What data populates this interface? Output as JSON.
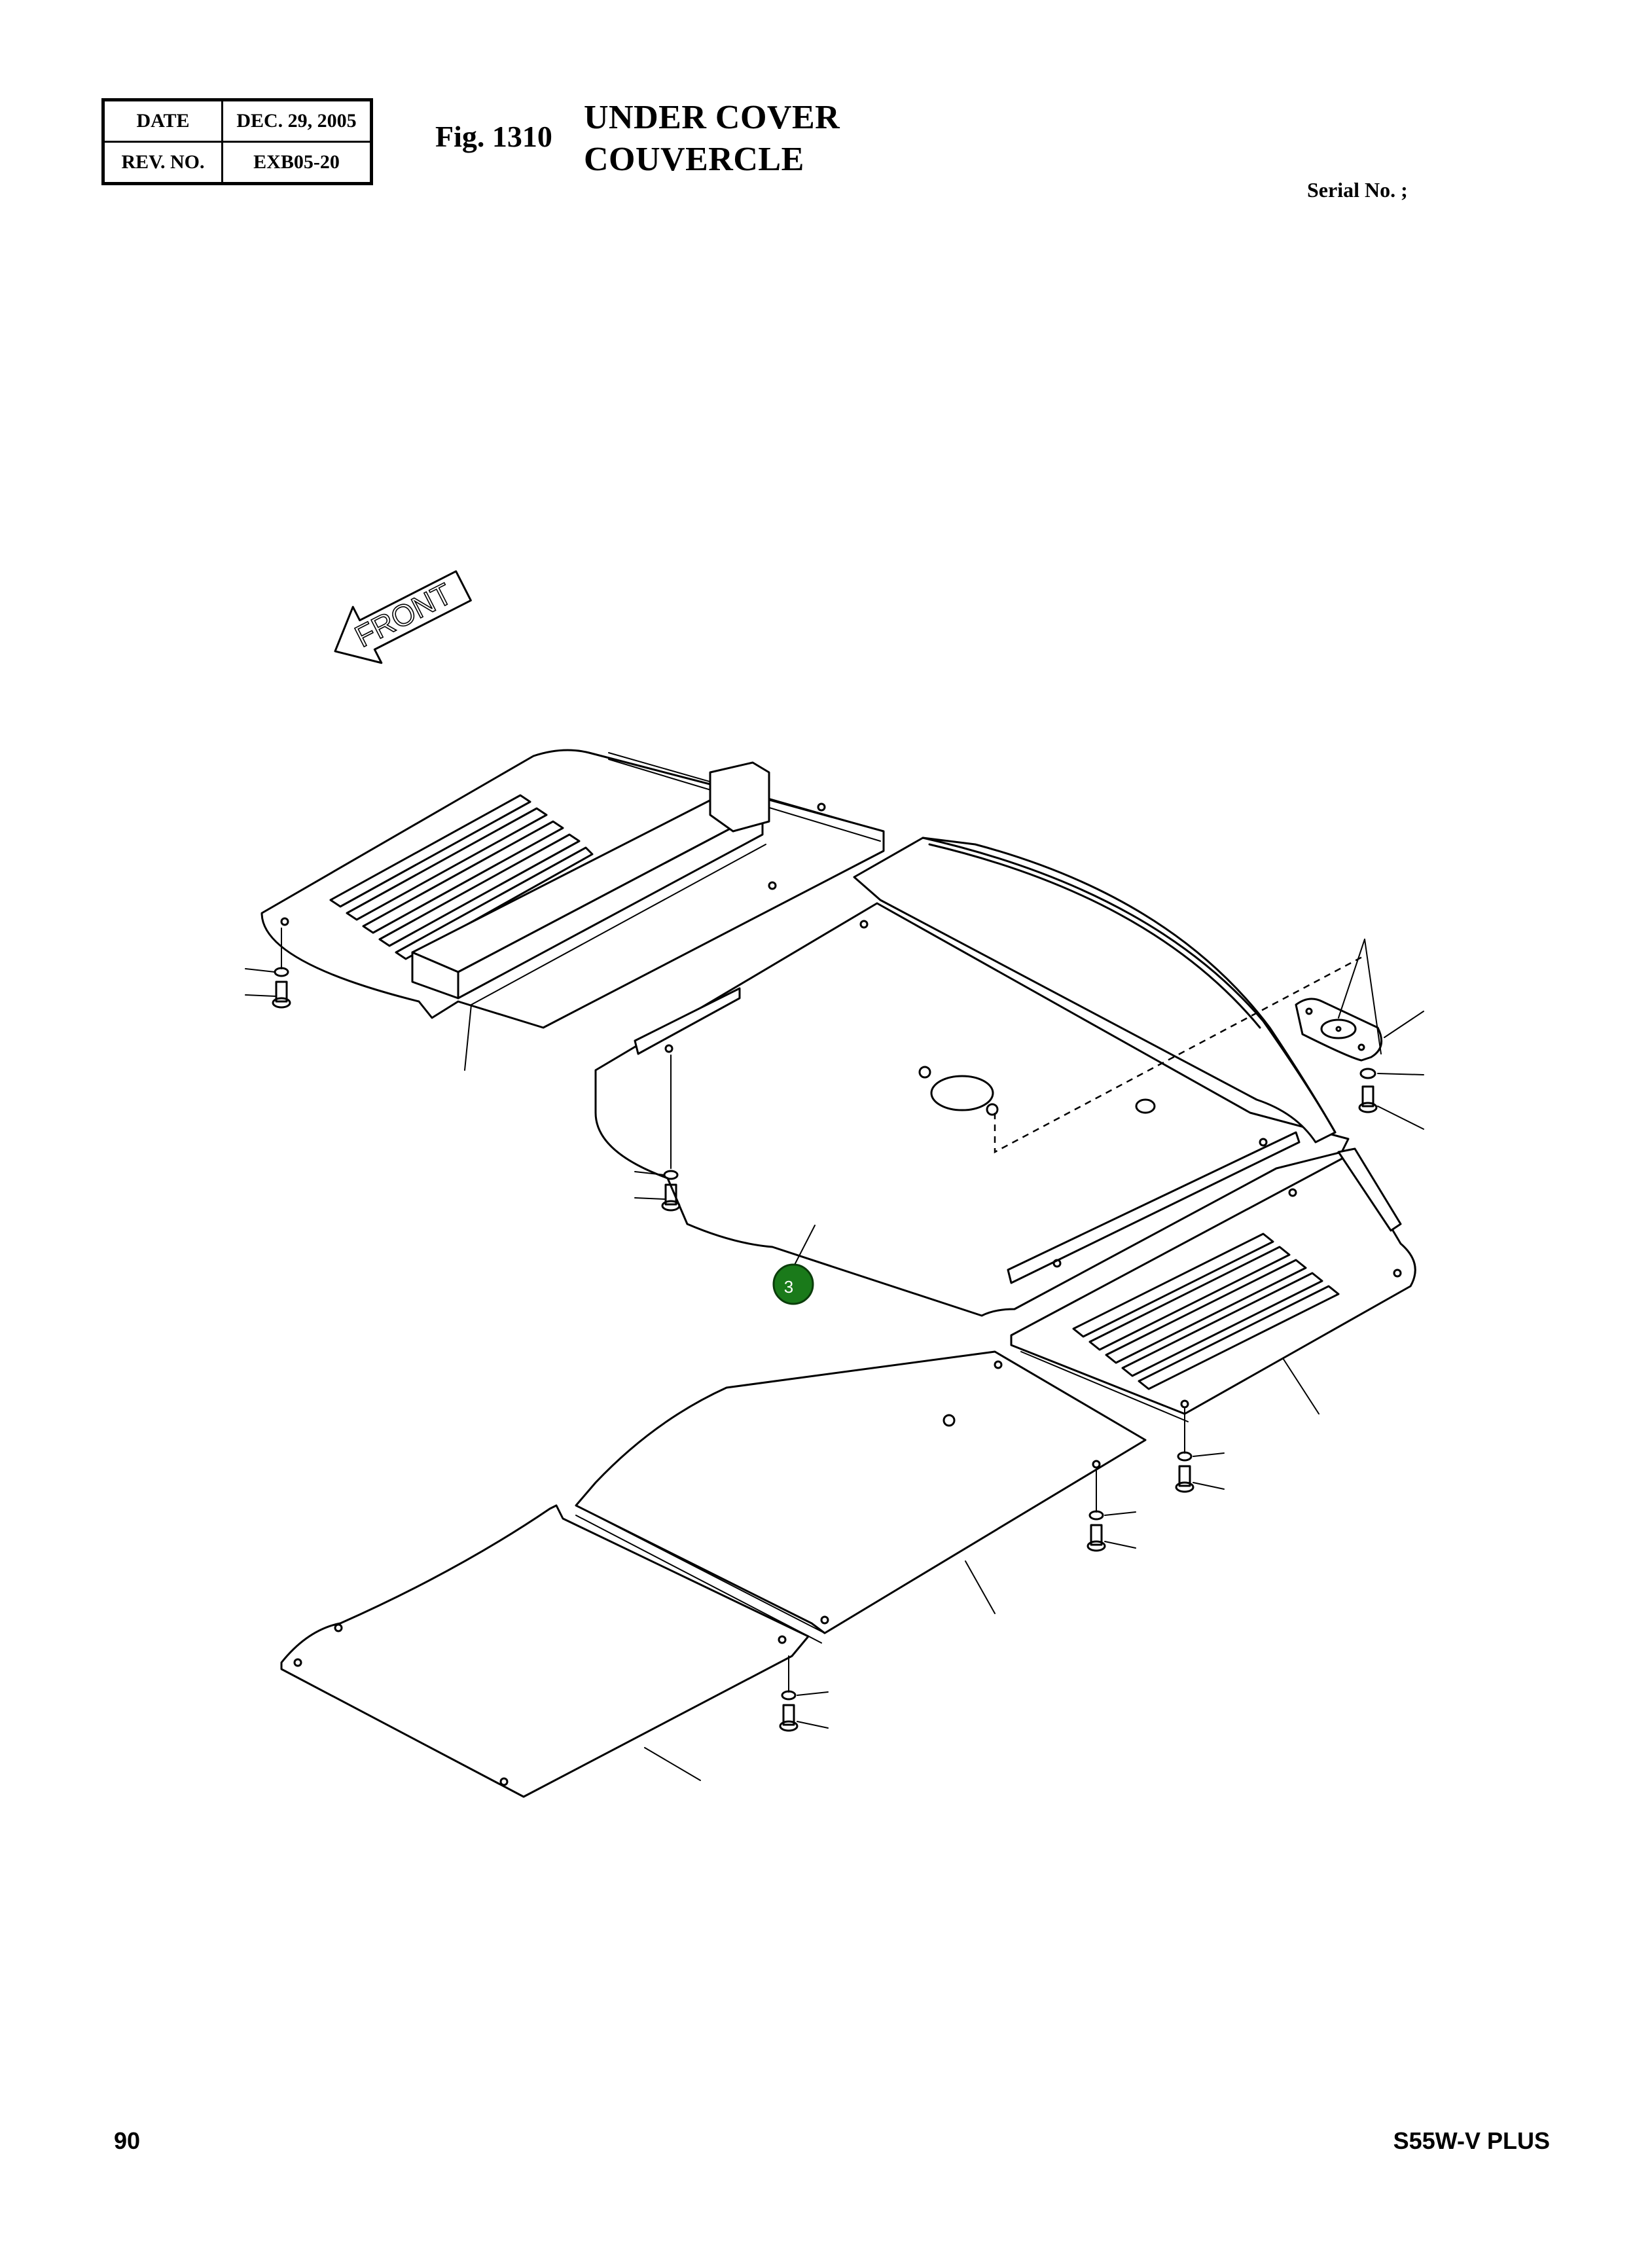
{
  "header": {
    "date_label": "DATE",
    "date_value": "DEC. 29, 2005",
    "rev_label": "REV. NO.",
    "rev_value": "EXB05-20",
    "figure_label": "Fig. 1310",
    "title_line1": "UNDER COVER",
    "title_line2": "COUVERCLE",
    "serial_label": "Serial No. ;"
  },
  "diagram": {
    "direction_arrow": "FRONT",
    "callout_number": "3",
    "callout_color": "#1a7a1a"
  },
  "footer": {
    "page_number": "90",
    "model": "S55W-V PLUS"
  }
}
